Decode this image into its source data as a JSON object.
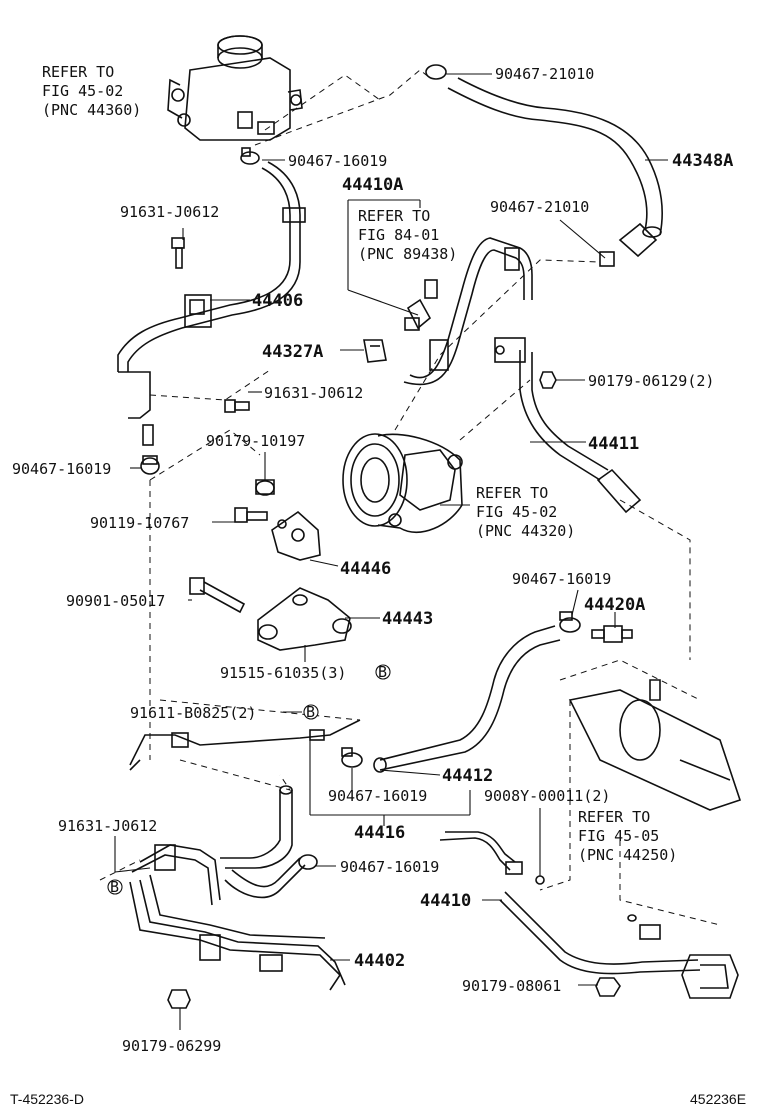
{
  "labels": {
    "ref_45_02_top": [
      "REFER TO",
      "FIG 45-02",
      "(PNC 44360)"
    ],
    "p90467_21010_top": "90467-21010",
    "p44348A": "44348A",
    "p90467_16019_res": "90467-16019",
    "p44410A": "44410A",
    "ref_84_01": [
      "REFER TO",
      "FIG 84-01",
      "(PNC 89438)"
    ],
    "p91631_J0612_top": "91631-J0612",
    "p90467_21010_mid": "90467-21010",
    "p44406": "44406",
    "p44327A": "44327A",
    "p90179_06129": "90179-06129(2)",
    "p91631_J0612_mid": "91631-J0612",
    "p90179_10197": "90179-10197",
    "p44411": "44411",
    "p90467_16019_left": "90467-16019",
    "ref_45_02_pump": [
      "REFER TO",
      "FIG 45-02",
      "(PNC 44320)"
    ],
    "p90119_10767": "90119-10767",
    "p44446": "44446",
    "p90467_16019_right": "90467-16019",
    "p44420A": "44420A",
    "p90901_05017": "90901-05017",
    "p44443": "44443",
    "p91515_61035": "91515-61035(3)",
    "p91611_B0825": "91611-B0825(2)",
    "p44412": "44412",
    "p90467_16019_low": "90467-16019",
    "p9008Y_00011": "9008Y-00011(2)",
    "p44416": "44416",
    "ref_45_05": [
      "REFER TO",
      "FIG 45-05",
      "(PNC 44250)"
    ],
    "p91631_J0612_low": "91631-J0612",
    "p90467_16019_bot": "90467-16019",
    "p44410": "44410",
    "p44402": "44402",
    "p90179_08061": "90179-08061",
    "p90179_06299": "90179-06299",
    "marker_b": "B"
  },
  "footer": {
    "left": "T-452236-D",
    "right": "452236E"
  }
}
